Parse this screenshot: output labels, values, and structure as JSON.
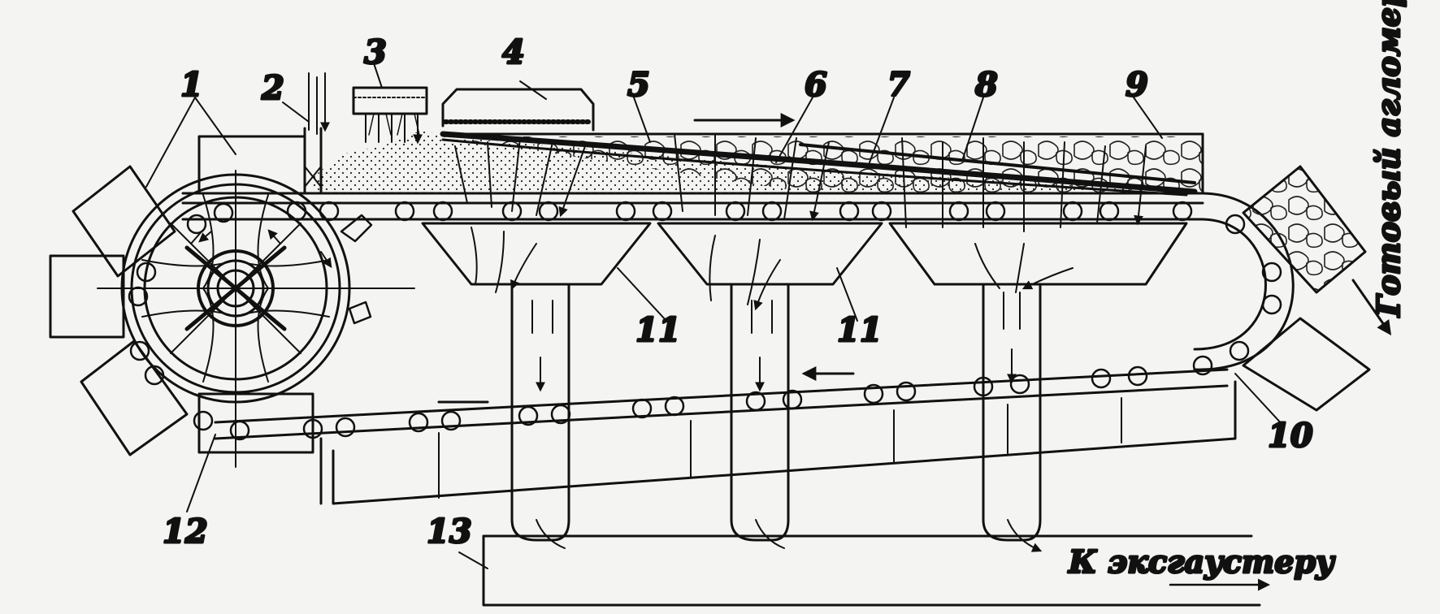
{
  "labels": {
    "n1": "1",
    "n2": "2",
    "n3": "3",
    "n4": "4",
    "n5": "5",
    "n6": "6",
    "n7": "7",
    "n8": "8",
    "n9": "9",
    "n10": "10",
    "n11a": "11",
    "n11b": "11",
    "n12": "12",
    "n13": "13"
  },
  "captions": {
    "finished": "Готовый агломерат",
    "exhauster": "К эксгаустеру"
  }
}
